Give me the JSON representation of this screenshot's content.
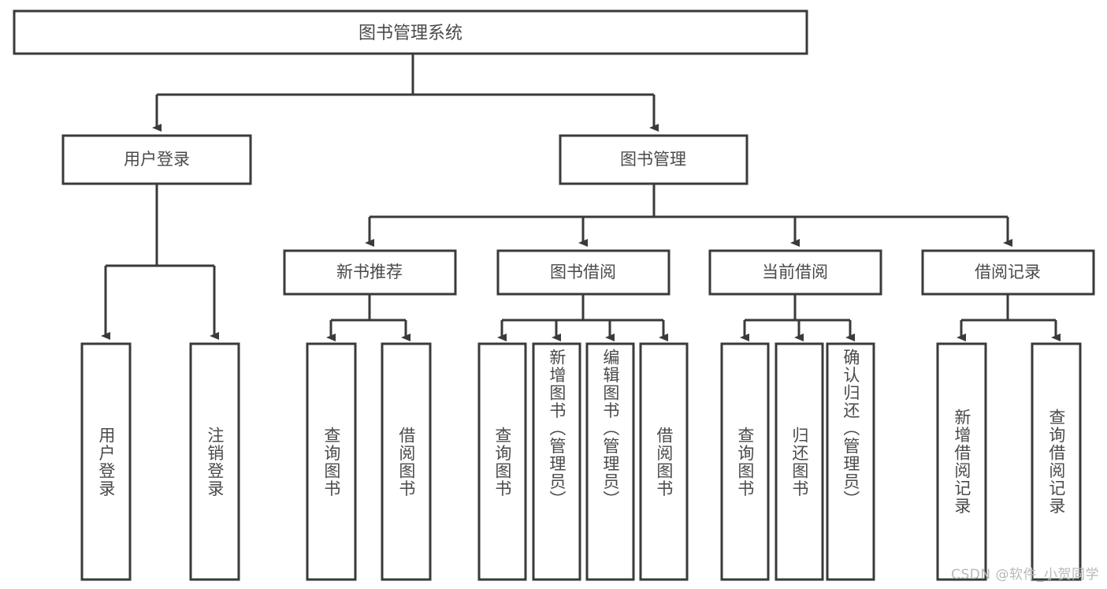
{
  "diagram": {
    "type": "tree-hierarchy",
    "title": "图书管理系统",
    "watermark": "CSDN @软件_小贺同学",
    "colors": {
      "stroke": "#3a3a3a",
      "text": "#4a4a4a",
      "background": "#ffffff",
      "watermark": "#b8b8b8"
    },
    "root": {
      "label": "图书管理系统"
    },
    "level2": [
      {
        "label": "用户登录"
      },
      {
        "label": "图书管理"
      }
    ],
    "level3": [
      {
        "label": "新书推荐"
      },
      {
        "label": "图书借阅"
      },
      {
        "label": "当前借阅"
      },
      {
        "label": "借阅记录"
      }
    ],
    "leaves": {
      "user_login": [
        {
          "label": "用户登录"
        },
        {
          "label": "注销登录"
        }
      ],
      "new_book_recommend": [
        {
          "label": "查询图书"
        },
        {
          "label": "借阅图书"
        }
      ],
      "book_borrow": [
        {
          "label": "查询图书"
        },
        {
          "label": "新增图书（管理员）"
        },
        {
          "label": "编辑图书（管理员）"
        },
        {
          "label": "借阅图书"
        }
      ],
      "current_borrow": [
        {
          "label": "查询图书"
        },
        {
          "label": "归还图书"
        },
        {
          "label": "确认归还（管理员）"
        }
      ],
      "borrow_record": [
        {
          "label": "新增借阅记录"
        },
        {
          "label": "查询借阅记录"
        }
      ]
    }
  }
}
